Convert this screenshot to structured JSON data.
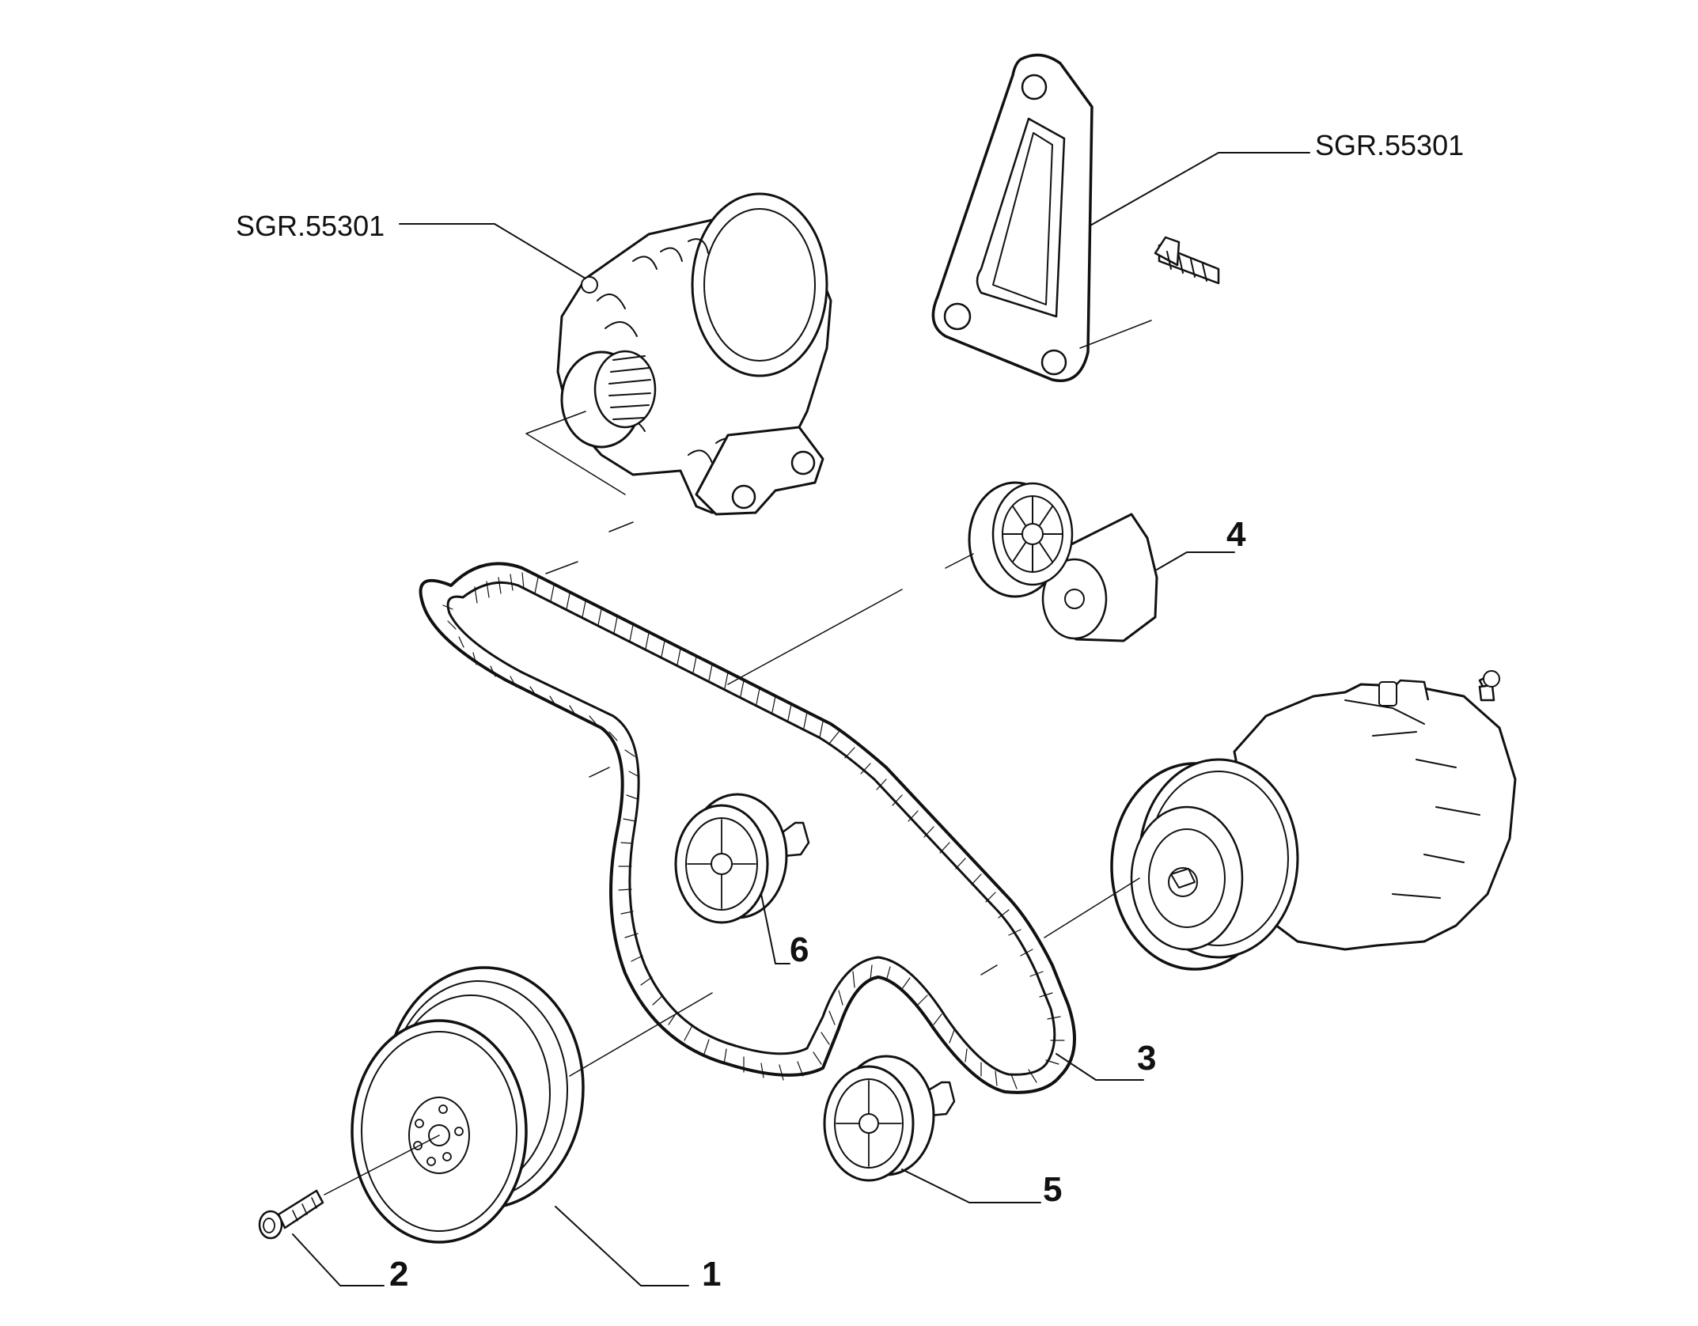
{
  "title": "",
  "parts": [
    {
      "id": "1",
      "name": "pulley-crankshaft"
    },
    {
      "id": "2",
      "name": "bolt"
    },
    {
      "id": "3",
      "name": "ribbed-belt"
    },
    {
      "id": "4",
      "name": "belt-tensioner"
    },
    {
      "id": "5",
      "name": "idler-pulley-lower"
    },
    {
      "id": "6",
      "name": "idler-pulley-upper"
    }
  ],
  "labels": {
    "ref_alternator": "SGR.55301",
    "ref_bracket": "SGR.55301",
    "n1": "1",
    "n2": "2",
    "n3": "3",
    "n4": "4",
    "n5": "5",
    "n6": "6"
  },
  "colors": {
    "ink": "#111111",
    "background": "#ffffff"
  }
}
